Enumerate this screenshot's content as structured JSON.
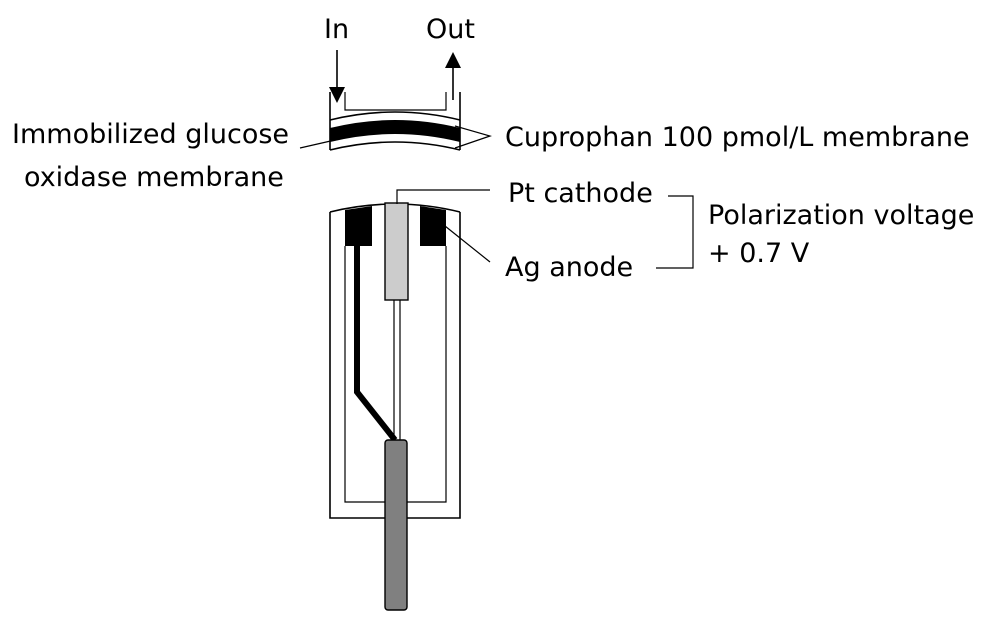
{
  "labels": {
    "in": "In",
    "out": "Out",
    "gox_membrane_line1": "Immobilized glucose",
    "gox_membrane_line2": "oxidase membrane",
    "cuprophan_membrane": "Cuprophan 100 pmol/L membrane",
    "pt_cathode": "Pt cathode",
    "ag_anode": "Ag anode",
    "polarization_line1": "Polarization voltage",
    "polarization_line2": "+ 0.7 V"
  },
  "colors": {
    "outline": "#000000",
    "cathode_fill": "#cccccc",
    "lead_fill": "#808080",
    "anode_fill": "#000000",
    "background": "#ffffff"
  }
}
